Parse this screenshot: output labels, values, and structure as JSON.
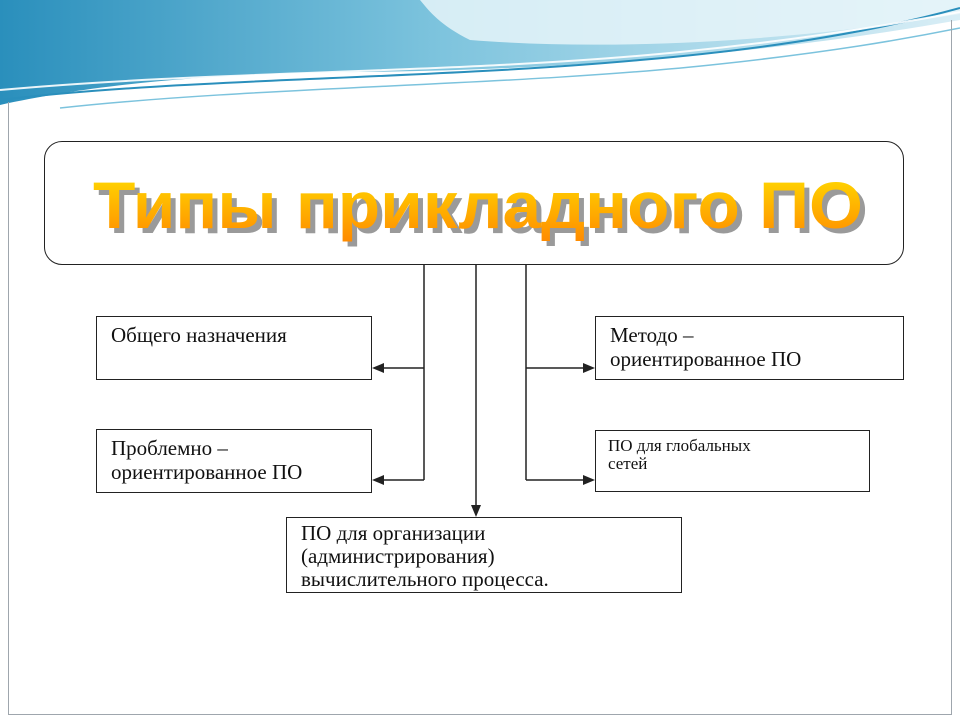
{
  "slide": {
    "title": "Типы прикладного ПО"
  },
  "boxes": {
    "general": [
      "Общего назначения"
    ],
    "method": [
      "Методо –",
      "ориентированное ПО"
    ],
    "problem": [
      "Проблемно –",
      "ориентированное ПО"
    ],
    "global": [
      "ПО для глобальных",
      "сетей"
    ],
    "organization": [
      "ПО для организации",
      "(администрирования)",
      "вычислительного процесса."
    ]
  },
  "colors": {
    "wave_light": "#d9eef6",
    "wave_mid": "#7cc3dd",
    "wave_dark": "#2a8fbc",
    "title_gradient_top": "#ffe000",
    "title_gradient_bottom": "#ff8a00",
    "line": "#222222"
  }
}
